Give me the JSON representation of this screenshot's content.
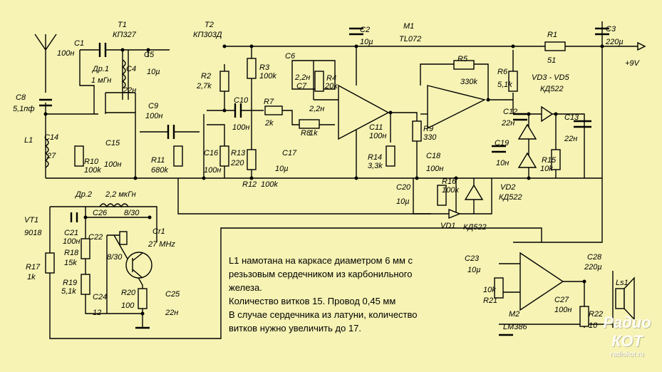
{
  "components": [
    {
      "ref": "C1",
      "value": "100н"
    },
    {
      "ref": "T1",
      "value": "КП327"
    },
    {
      "ref": "T2",
      "value": "КП303Д"
    },
    {
      "ref": "C2",
      "value": "10µ"
    },
    {
      "ref": "M1",
      "value": "TL072"
    },
    {
      "ref": "R1",
      "value": "51"
    },
    {
      "ref": "C3",
      "value": "220µ"
    },
    {
      "ref": "C5",
      "value": "10µ"
    },
    {
      "ref": "C4",
      "value": "22н"
    },
    {
      "ref": "Др.1",
      "value": "1 мГн"
    },
    {
      "ref": "C8",
      "value": "5,1пф"
    },
    {
      "ref": "C9",
      "value": "100н"
    },
    {
      "ref": "R2",
      "value": "2,7k"
    },
    {
      "ref": "R3",
      "value": "100k"
    },
    {
      "ref": "C6",
      "value": "2,2н"
    },
    {
      "ref": "C7",
      "value": "2,2н"
    },
    {
      "ref": "R4",
      "value": "20k"
    },
    {
      "ref": "R5",
      "value": "330k"
    },
    {
      "ref": "R6",
      "value": "5,1k"
    },
    {
      "ref": "VD3 - VD5",
      "value": "КД522"
    },
    {
      "ref": "C10",
      "value": "100н"
    },
    {
      "ref": "R7",
      "value": "2k"
    },
    {
      "ref": "R8",
      "value": "1k"
    },
    {
      "ref": "C11",
      "value": "100н"
    },
    {
      "ref": "R9",
      "value": "330"
    },
    {
      "ref": "C12",
      "value": "22н"
    },
    {
      "ref": "C13",
      "value": "22н"
    },
    {
      "ref": "L1",
      "value": ""
    },
    {
      "ref": "C14",
      "value": "27"
    },
    {
      "ref": "C15",
      "value": "100н"
    },
    {
      "ref": "R10",
      "value": "100k"
    },
    {
      "ref": "R11",
      "value": "680k"
    },
    {
      "ref": "C16",
      "value": "100н"
    },
    {
      "ref": "R13",
      "value": "220"
    },
    {
      "ref": "C17",
      "value": "10µ"
    },
    {
      "ref": "R12",
      "value": "100k"
    },
    {
      "ref": "R14",
      "value": "3,3k"
    },
    {
      "ref": "C18",
      "value": "100н"
    },
    {
      "ref": "C19",
      "value": "10н"
    },
    {
      "ref": "R15",
      "value": "10k"
    },
    {
      "ref": "C20",
      "value": "10µ"
    },
    {
      "ref": "R16",
      "value": "100k"
    },
    {
      "ref": "VD2",
      "value": "КД522"
    },
    {
      "ref": "VD1",
      "value": "КД522"
    },
    {
      "ref": "Др.2",
      "value": "2,2 мкГн"
    },
    {
      "ref": "C26",
      "value": "8/30"
    },
    {
      "ref": "VT1",
      "value": "9018"
    },
    {
      "ref": "C21",
      "value": "100н"
    },
    {
      "ref": "C22",
      "value": "8/30"
    },
    {
      "ref": "Cr1",
      "value": "27 MHz"
    },
    {
      "ref": "R18",
      "value": "15k"
    },
    {
      "ref": "R17",
      "value": "1k"
    },
    {
      "ref": "R19",
      "value": "5,1k"
    },
    {
      "ref": "R20",
      "value": "100"
    },
    {
      "ref": "C24",
      "value": "12"
    },
    {
      "ref": "C25",
      "value": "22н"
    },
    {
      "ref": "C23",
      "value": "10µ"
    },
    {
      "ref": "R21",
      "value": "10k"
    },
    {
      "ref": "M2",
      "value": "LM386"
    },
    {
      "ref": "C27",
      "value": "100н"
    },
    {
      "ref": "C28",
      "value": "220µ"
    },
    {
      "ref": "R22",
      "value": "10"
    },
    {
      "ref": "Ls1",
      "value": ""
    }
  ],
  "supply": "+9V",
  "note_lines": [
    "L1 намотана на каркасе диаметром 6 мм с",
    "резьзовым сердечником из карбонильного",
    "железа.",
    "Количество витков 15. Провод 0,45 мм",
    "В случае сердечника из латуни, количество",
    "витков нужно увеличить до 17."
  ],
  "watermark": {
    "logo": "Радио КОТ",
    "url": "radiokot.ru"
  },
  "colors": {
    "background": "#F6F3B4",
    "ink": "#000000"
  }
}
